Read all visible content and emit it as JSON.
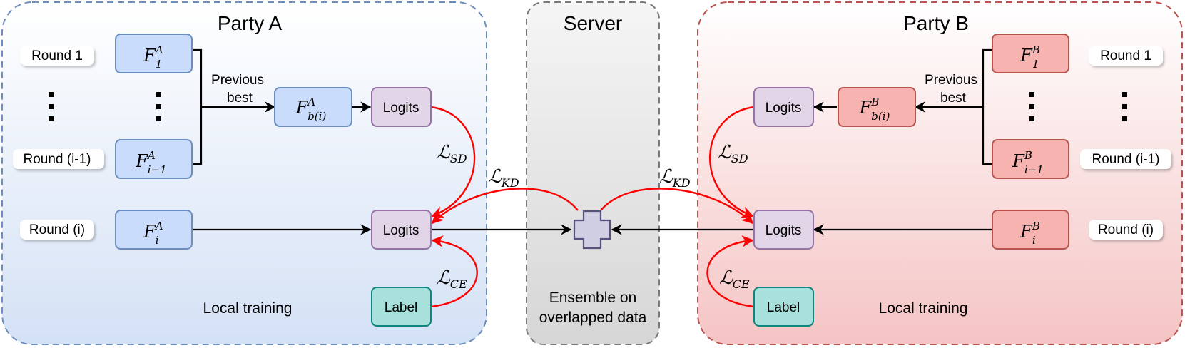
{
  "parties": {
    "a": {
      "title": "Party A",
      "round_first": "Round 1",
      "round_prev": "Round (i-1)",
      "round_current": "Round (i)",
      "model_first": {
        "base": "F",
        "sup": "A",
        "sub": "1"
      },
      "model_prev": {
        "base": "F",
        "sup": "A",
        "sub": "i−1"
      },
      "model_current": {
        "base": "F",
        "sup": "A",
        "sub": "i"
      },
      "model_best": {
        "base": "F",
        "sup": "A",
        "sub": "b(i)"
      },
      "previous_best_line1": "Previous",
      "previous_best_line2": "best",
      "logits_top": "Logits",
      "logits_main": "Logits",
      "label": "Label",
      "local_training": "Local training"
    },
    "b": {
      "title": "Party B",
      "round_first": "Round 1",
      "round_prev": "Round (i-1)",
      "round_current": "Round (i)",
      "model_first": {
        "base": "F",
        "sup": "B",
        "sub": "1"
      },
      "model_prev": {
        "base": "F",
        "sup": "B",
        "sub": "i−1"
      },
      "model_current": {
        "base": "F",
        "sup": "B",
        "sub": "i"
      },
      "model_best": {
        "base": "F",
        "sup": "B",
        "sub": "b(i)"
      },
      "previous_best_line1": "Previous",
      "previous_best_line2": "best",
      "logits_top": "Logits",
      "logits_main": "Logits",
      "label": "Label",
      "local_training": "Local training"
    }
  },
  "server": {
    "title": "Server",
    "ensemble_line1": "Ensemble on",
    "ensemble_line2": "overlapped data"
  },
  "losses": {
    "sd": {
      "base": "ℒ",
      "sub": "SD"
    },
    "kd": {
      "base": "ℒ",
      "sub": "KD"
    },
    "ce": {
      "base": "ℒ",
      "sub": "CE"
    }
  },
  "colors": {
    "party_a_border": "#6c8ebf",
    "party_a_fill_top": "#ffffff",
    "party_a_fill_bottom": "#d4e1f5",
    "party_b_border": "#b85450",
    "party_b_fill_top": "#ffffff",
    "party_b_fill_bottom": "#f5c4c4",
    "server_border": "#7a7a7a",
    "server_fill_top": "#f5f5f5",
    "server_fill_bottom": "#d6d6d6",
    "model_a_fill": "#c9dcfb",
    "model_a_border": "#6c8ebf",
    "model_b_fill": "#f6b3b0",
    "model_b_border": "#b85450",
    "logits_fill": "#e1d5e7",
    "logits_border": "#9673a6",
    "label_fill": "#a8e0dc",
    "label_border": "#10847e",
    "plus_fill": "#d0cee2",
    "plus_border": "#56517e",
    "loss_arrow": "#ff0000",
    "flow_arrow": "#000000"
  }
}
